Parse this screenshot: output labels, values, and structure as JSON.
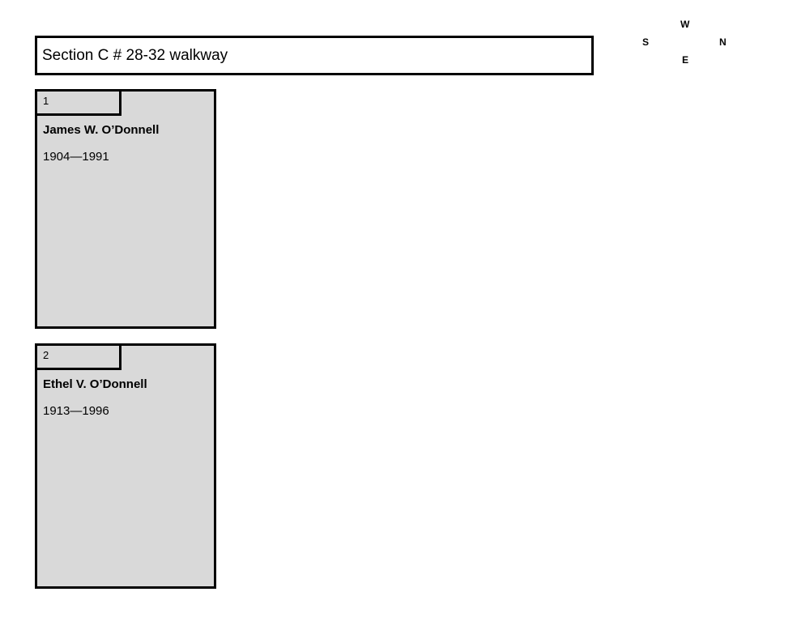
{
  "header": {
    "title": "Section C # 28-32 walkway"
  },
  "compass": {
    "top": "W",
    "left": "S",
    "right": "N",
    "bottom": "E"
  },
  "plots": [
    {
      "number": "1",
      "name": "James W. O’Donnell",
      "years": "1904—1991"
    },
    {
      "number": "2",
      "name": "Ethel V. O’Donnell",
      "years": "1913—1996"
    }
  ],
  "colors": {
    "plot_fill": "#d9d9d9",
    "outline": "#000000",
    "background": "#ffffff"
  }
}
